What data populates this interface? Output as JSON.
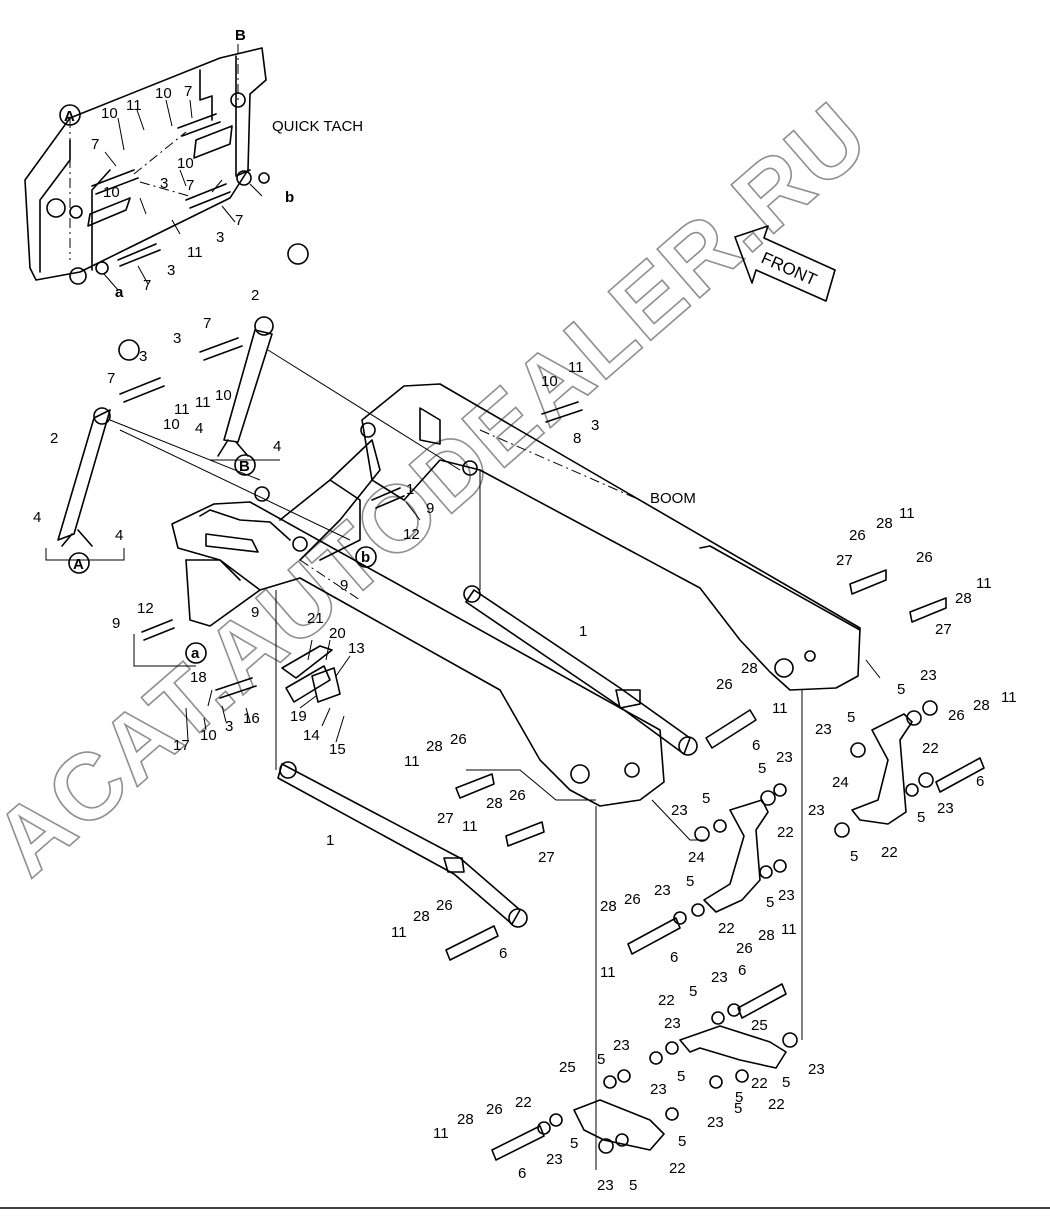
{
  "captions": {
    "quick_tach": "QUICK TACH",
    "boom": "BOOM",
    "front": "FRONT"
  },
  "watermark": "ACAT.AUTODEALER.RU",
  "callouts": {
    "c_B_top": "B",
    "c_A_top": "A",
    "c_a_top": "a",
    "c_b_top": "b",
    "c_B_mid": "B",
    "c_A_mid": "A",
    "c_a_mid": "a",
    "c_b_mid": "b",
    "n10_1": "10",
    "n11_1": "11",
    "n10_2": "10",
    "n7_1": "7",
    "n7_2": "7",
    "n10_3": "10",
    "n3_1": "3",
    "n7_3": "7",
    "n10_4": "10",
    "n3_2": "3",
    "n11_2": "11",
    "n3_3": "3",
    "n7_4": "7",
    "n7_5": "7",
    "n2_1": "2",
    "n3_4": "3",
    "n7_6": "7",
    "n3_5": "3",
    "n7_7": "7",
    "n11_3": "11",
    "n10_5": "10",
    "n11_4": "11",
    "n10_6": "10",
    "n4_1": "4",
    "n4_2": "4",
    "n2_2": "2",
    "n4_3": "4",
    "n4_4": "4",
    "n11_5": "11",
    "n10_7": "10",
    "n3_6": "3",
    "n8_1": "8",
    "n1_1": "1",
    "n9_1": "9",
    "n12_1": "12",
    "n9_2": "9",
    "n9_3": "9",
    "n12_2": "12",
    "n9_4": "9",
    "n21": "21",
    "n20": "20",
    "n13": "13",
    "n18": "18",
    "n3_7": "3",
    "n16": "16",
    "n19": "19",
    "n14": "14",
    "n15": "15",
    "n17": "17",
    "n10_8": "10",
    "n1_2": "1",
    "n6_1": "6",
    "n11_6": "11",
    "n28_1": "28",
    "n26_1": "26",
    "n27_1": "27",
    "n11_7": "11",
    "n28_2": "28",
    "n26_2": "26",
    "n27_2": "27",
    "n1_3": "1",
    "n11_8": "11",
    "n28_3": "28",
    "n26_3": "26",
    "n6_2": "6",
    "n26_4": "26",
    "n28_4": "28",
    "n11_9": "11",
    "n27_3": "27",
    "n26_5": "26",
    "n11_10": "11",
    "n28_5": "28",
    "n27_4": "27",
    "n26_6": "26",
    "n28_6": "28",
    "n11_11": "11",
    "n6_3": "6",
    "n23_1": "23",
    "n5_1": "5",
    "n23_2": "23",
    "n5_2": "5",
    "n22_1": "22",
    "n24_1": "24",
    "n23_3": "23",
    "n5_3": "5",
    "n23_4": "23",
    "n5_4": "5",
    "n22_2": "22",
    "n28_7": "28",
    "n11_12": "11",
    "n26_7": "26",
    "n6_4": "6",
    "n23_5": "23",
    "n5_5": "5",
    "n23_6": "23",
    "n5_6": "5",
    "n22_3": "22",
    "n24_2": "24",
    "n23_7": "23",
    "n5_7": "5",
    "n23_8": "23",
    "n5_8": "5",
    "n22_4": "22",
    "n28_8": "28",
    "n26_8": "26",
    "n11_13": "11",
    "n6_5": "6",
    "n23_9": "23",
    "n5_9": "5",
    "n22_5": "22",
    "n26_9": "26",
    "n28_9": "28",
    "n11_14": "11",
    "n6_6": "6",
    "n22_6": "22",
    "n5_10": "5",
    "n23_10": "23",
    "n25_1": "25",
    "n5_11": "5",
    "n23_11": "23",
    "n23_12": "23",
    "n5_12": "5",
    "n5_13": "5",
    "n23_13": "23",
    "n22_7": "22",
    "n5_14": "5",
    "n23_14": "23",
    "n25_2": "25",
    "n22_8": "22",
    "n11_15": "11",
    "n28_10": "28",
    "n26_10": "26",
    "n6_7": "6",
    "n23_15": "23",
    "n5_15": "5",
    "n5_16": "5",
    "n23_16": "23",
    "n5_17": "5",
    "n22_9": "22"
  }
}
